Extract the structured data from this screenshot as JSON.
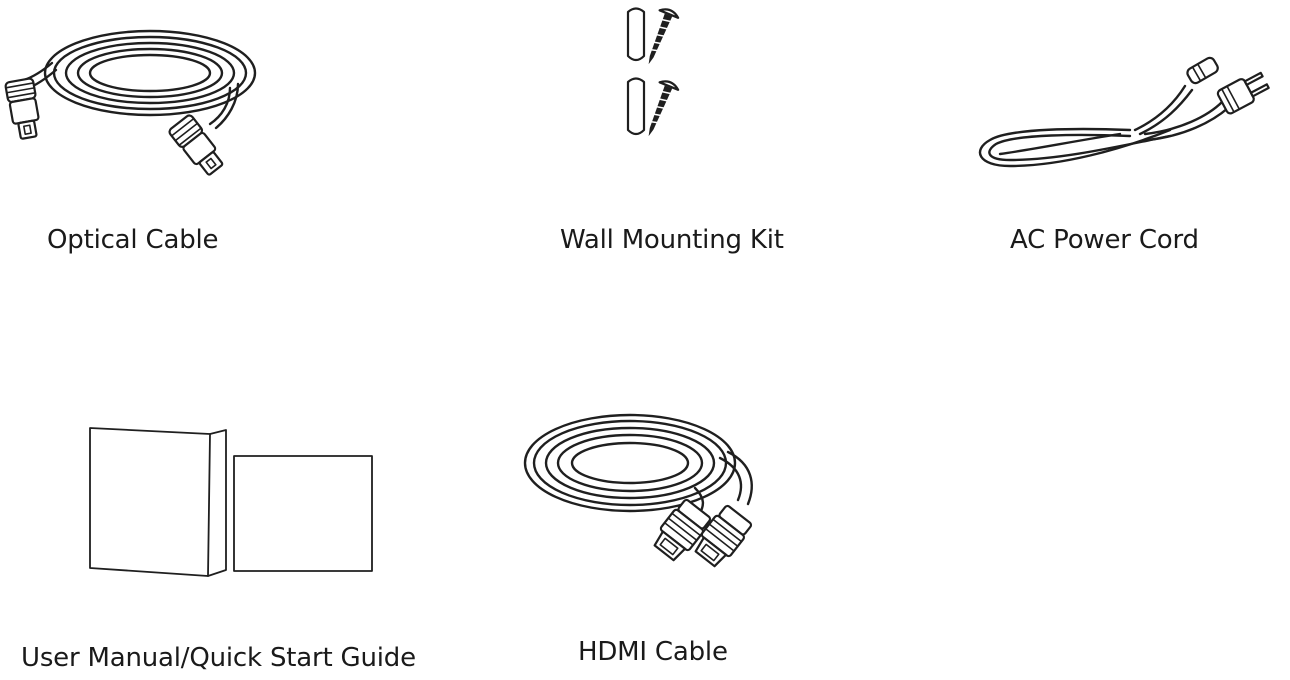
{
  "items": [
    {
      "label": "Optical Cable",
      "icon": "optical-cable-icon"
    },
    {
      "label": "Wall Mounting Kit",
      "icon": "wall-mounting-kit-icon"
    },
    {
      "label": "AC Power Cord",
      "icon": "ac-power-cord-icon"
    },
    {
      "label": "User Manual/Quick Start Guide",
      "icon": "user-manual-icon"
    },
    {
      "label": "HDMI Cable",
      "icon": "hdmi-cable-icon"
    }
  ]
}
